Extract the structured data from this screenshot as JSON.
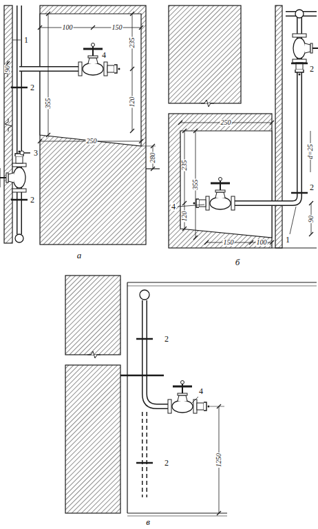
{
  "diagram": {
    "labels": [
      "1",
      "100",
      "150",
      "90",
      "355",
      "235",
      "2",
      "4",
      "120",
      "3",
      "250",
      "280",
      "2",
      "а",
      "2",
      "250",
      "235",
      "355",
      "4",
      "d=25",
      "2",
      "90",
      "120",
      "1",
      "150",
      "100",
      "б",
      "2",
      "4",
      "1250",
      "2",
      "в"
    ]
  }
}
